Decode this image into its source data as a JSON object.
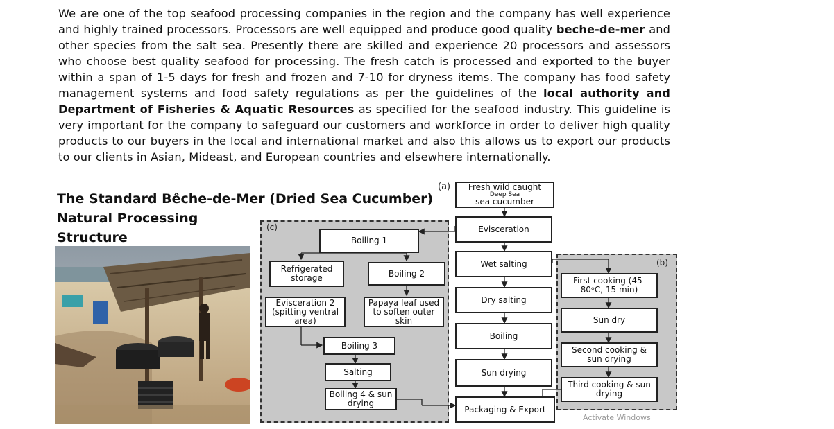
{
  "paragraph": {
    "p1": "We are one of the top seafood processing companies in the region and the company has well experience and highly trained processors. Processors are well equipped and produce good quality ",
    "b1": "beche-de-mer",
    "p2": " and other species from the salt sea. Presently there are skilled and experience 20 processors and assessors who choose best quality seafood for processing. The fresh catch is processed and exported to the buyer within a span of 1-5 days for fresh and frozen and 7-10 for dryness items. The company has food safety management systems and food safety regulations as per the guidelines of the ",
    "b2": "local authority and Department of Fisheries & Aquatic Resources",
    "p3": " as specified for the seafood industry. This guideline is very important for the company to safeguard our customers and workforce in order to deliver high quality products to our buyers in the local and international market and also this allows us to export our products to our clients in Asian, Mideast, and European countries and elsewhere internationally."
  },
  "heading": {
    "line1": "The Standard Bêche-de-Mer (Dried Sea Cucumber)",
    "line2": "Natural Processing",
    "line3": "Structure"
  },
  "flowchart": {
    "label_a": "(a)",
    "label_b": "(b)",
    "label_c": "(c)",
    "main": {
      "fresh_line1": "Fresh wild caught",
      "fresh_line2": "Deep Sea",
      "fresh_line3": "sea cucumber",
      "evisceration": "Evisceration",
      "wet_salting": "Wet salting",
      "dry_salting": "Dry salting",
      "boiling": "Boiling",
      "sun_drying": "Sun drying",
      "packaging": "Packaging & Export"
    },
    "panel_c": {
      "boiling1": "Boiling 1",
      "refrigerated": "Refrigerated storage",
      "boiling2": "Boiling 2",
      "evisceration2": "Evisceration 2 (spitting ventral area)",
      "papaya": "Papaya leaf used to soften outer skin",
      "boiling3": "Boiling 3",
      "salting": "Salting",
      "boiling4": "Boiling 4 & sun drying"
    },
    "panel_b": {
      "first": "First cooking (45-80ᵒC, 15 min)",
      "sun_dry": "Sun dry",
      "second": "Second cooking & sun drying",
      "third": "Third cooking & sun drying"
    },
    "watermark": "Activate Windows"
  },
  "colors": {
    "panel_gray": "#c8c8c8",
    "text": "#111111"
  }
}
